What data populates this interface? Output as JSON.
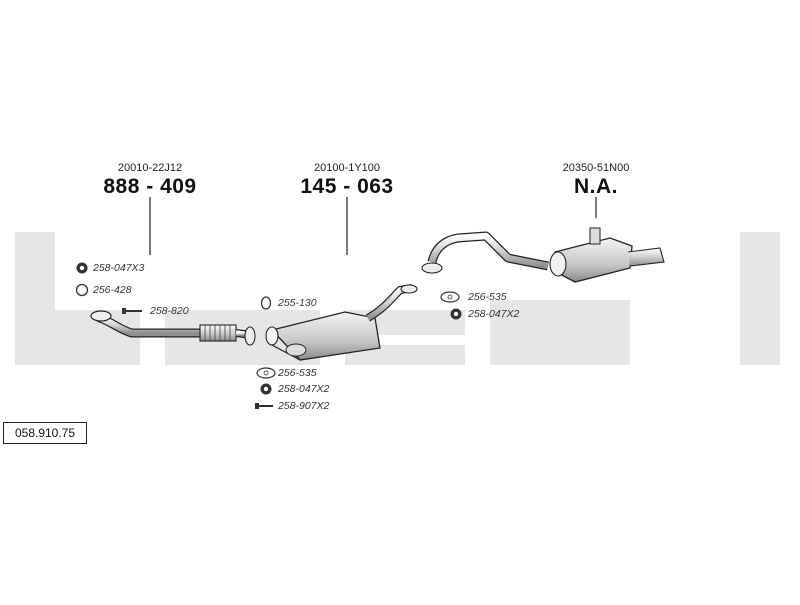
{
  "catalog_number": "058.910.75",
  "watermark": "bosal",
  "sections": [
    {
      "oe_number": "20010-22J12",
      "part_number": "888-409"
    },
    {
      "oe_number": "20100-1Y100",
      "part_number": "145-063"
    },
    {
      "oe_number": "20350-51N00",
      "part_number": "N.A."
    }
  ],
  "callouts": {
    "front_gasket_nuts": "258-047X3",
    "front_ring": "256-428",
    "front_bolt": "258-820",
    "mid_ring": "255-130",
    "mid_gasket": "256-535",
    "mid_nuts": "258-047X2",
    "mid_bolts": "258-907X2",
    "rear_gasket": "256-535",
    "rear_nuts": "258-047X2"
  },
  "colors": {
    "watermark": "#e6e6e6",
    "line": "#222222",
    "pipe_fill": "#d4d4d4"
  }
}
